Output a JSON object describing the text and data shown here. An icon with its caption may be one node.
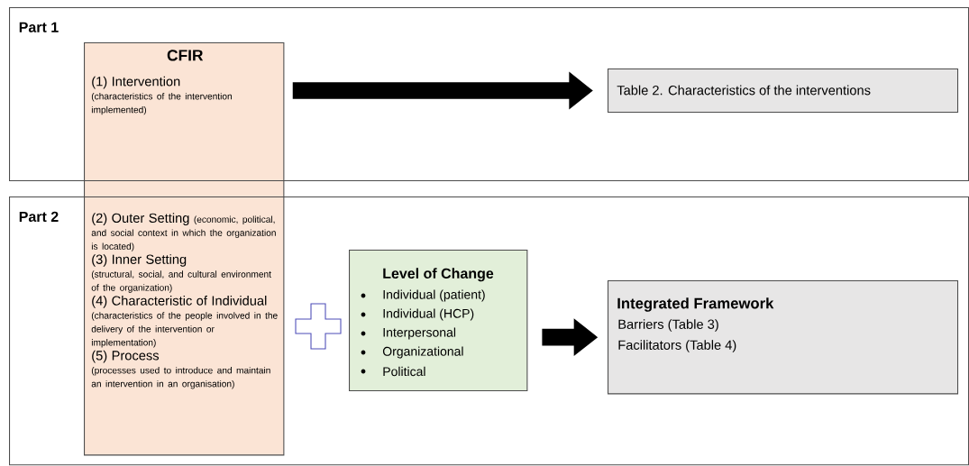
{
  "diagram": {
    "nodes": [
      {
        "text": [
          "Part 1"
        ]
      },
      {
        "text": [
          "Part 2"
        ]
      },
      {
        "text": [
          "CFIR",
          "(1) Intervention",
          "(characteristics of the intervention implemented)",
          "(2) Outer Setting",
          "(economic, political, and social context in which the organization is located)",
          "(3) Inner Setting",
          "(structural, social, and cultural environment of the organization)",
          "(4) Characteristic of Individual",
          "(characteristics of the people involved in the delivery of the intervention or implementation)",
          "(5) Process",
          "(processes used to introduce and maintain an intervention in an organisation)"
        ]
      },
      {
        "text": [
          "Table 2. Characteristics of the interventions"
        ],
        "in": 0
      },
      {
        "text": [
          "Level of Change",
          "Individual (patient)",
          "Individual (HCP)",
          "Interpersonal",
          "Organizational",
          "Political"
        ],
        "in": 1
      },
      {
        "text": [
          "Integrated Framework",
          "Barriers (Table 3)",
          "Facilitators (Table 4)"
        ],
        "in": 1
      }
    ],
    "edges": [
      {
        "from": 2,
        "to": 3,
        "arrow": "to"
      },
      {
        "from": 4,
        "to": 5,
        "arrow": "to"
      }
    ]
  }
}
